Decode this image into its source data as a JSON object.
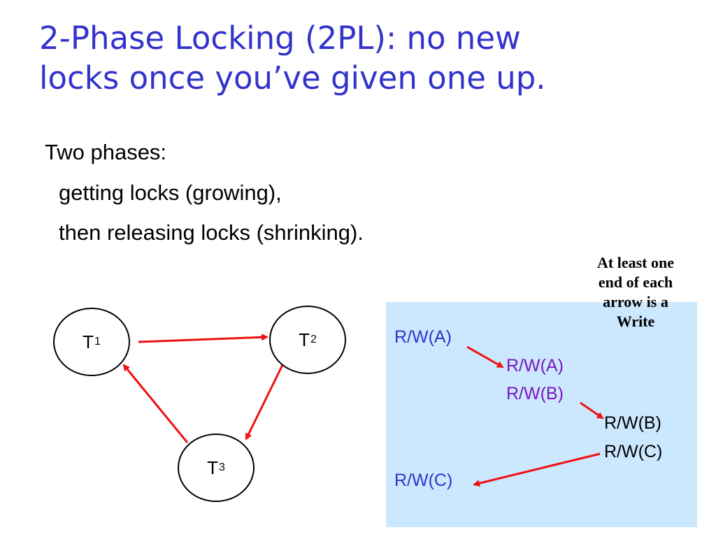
{
  "title": {
    "line1": "2-Phase Locking (2PL): no new",
    "line2": "locks once you’ve given one up."
  },
  "bullets": {
    "heading": "Two phases:",
    "item1": "getting locks (growing),",
    "item2": "then releasing locks (shrinking)."
  },
  "graph": {
    "nodes": [
      {
        "label": "T",
        "sub": "1"
      },
      {
        "label": "T",
        "sub": "2"
      },
      {
        "label": "T",
        "sub": "3"
      }
    ],
    "edges": [
      {
        "from": "T1",
        "to": "T2"
      },
      {
        "from": "T2",
        "to": "T3"
      },
      {
        "from": "T3",
        "to": "T1"
      }
    ]
  },
  "schedule": {
    "note": [
      "At least one",
      "end of each",
      "arrow is a",
      "Write"
    ],
    "col1": {
      "op1": "R/W(A)",
      "op2": "R/W(C)"
    },
    "col2": {
      "op1": "R/W(A)",
      "op2": "R/W(B)"
    },
    "col3": {
      "op1": "R/W(B)",
      "op2": "R/W(C)"
    }
  },
  "colors": {
    "title": "#3333cc",
    "arrow": "#ee1111",
    "box": "#cce8ff",
    "col1_text": "#3333cc",
    "col2_text": "#7a17c2",
    "col3_text": "#000000"
  }
}
